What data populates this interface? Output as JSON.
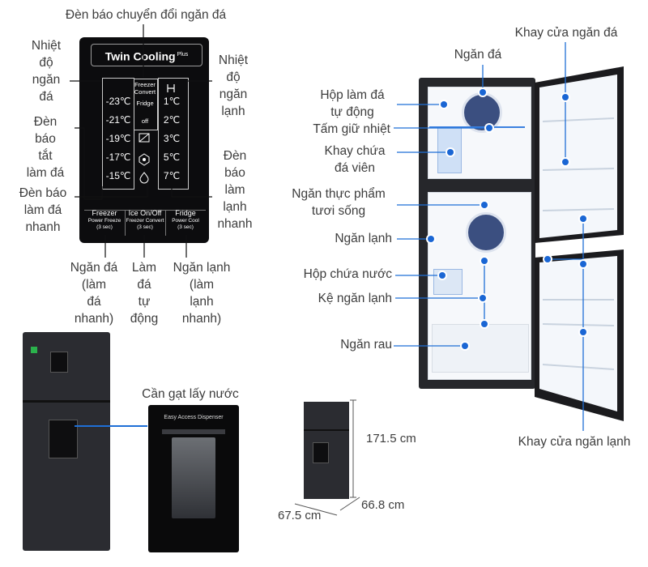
{
  "labels": {
    "ice_convert_indicator": "Đèn báo chuyển đổi ngăn đá",
    "freezer_temp": [
      "Nhiệt",
      "độ",
      "ngăn",
      "đá"
    ],
    "fridge_temp": [
      "Nhiệt",
      "độ",
      "ngăn",
      "lạnh"
    ],
    "ice_off_indicator": [
      "Đèn",
      "báo",
      "tắt",
      "làm đá"
    ],
    "quick_ice_indicator": [
      "Đèn báo",
      "làm đá",
      "nhanh"
    ],
    "quick_cool_indicator": [
      "Đèn",
      "báo",
      "làm",
      "lạnh",
      "nhanh"
    ],
    "btn_freezer": [
      "Ngăn đá",
      "(làm",
      "đá",
      "nhanh)"
    ],
    "btn_auto_ice": [
      "Làm",
      "đá",
      "tự",
      "động"
    ],
    "btn_fridge": [
      "Ngăn lạnh",
      "(làm",
      "lạnh",
      "nhanh)"
    ],
    "water_lever": "Cần gạt lấy nước",
    "freezer_door_tray": "Khay cửa ngăn đá",
    "freezer": "Ngăn đá",
    "auto_ice_box": [
      "Hộp làm đá",
      "tự động"
    ],
    "heat_shield": "Tấm giữ nhiệt",
    "ice_tray": [
      "Khay chứa",
      "đá viên"
    ],
    "fresh_food": [
      "Ngăn thực phẩm",
      "tươi sống"
    ],
    "fridge": "Ngăn lạnh",
    "water_box": "Hộp chứa nước",
    "fridge_shelf": "Kệ ngăn lạnh",
    "veg_drawer": "Ngăn rau",
    "fridge_door_tray": "Khay cửa ngăn lạnh"
  },
  "panel": {
    "brand_a": "Twin Cooling",
    "brand_b": "Plus",
    "freezer_temps": [
      "-23℃",
      "-21℃",
      "-19℃",
      "-17℃",
      "-15℃"
    ],
    "fridge_temps": [
      "1℃",
      "2℃",
      "3℃",
      "5℃",
      "7℃"
    ],
    "mode_1": [
      "Freezer",
      "Convert"
    ],
    "mode_2": "Fridge",
    "mode_3": "off",
    "button_freezer": [
      "Freezer",
      "Power Freeze",
      "(3 sec)"
    ],
    "button_ice": [
      "Ice On/Off",
      "Freezer Convert",
      "(3 sec)"
    ],
    "button_fridge": [
      "Fridge",
      "Power Cool",
      "(3 sec)"
    ]
  },
  "dispenser_text": "Easy Access Dispenser",
  "dimensions": {
    "height": "171.5 cm",
    "depth": "66.8 cm",
    "width": "67.5 cm"
  },
  "colors": {
    "accent_blue": "#1f6fd6",
    "panel_black": "#0c0c0e",
    "fridge_body": "#26272b"
  }
}
